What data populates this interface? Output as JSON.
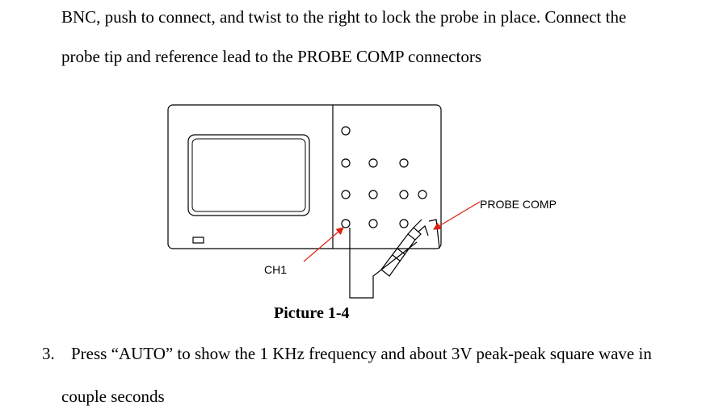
{
  "text": {
    "line1": "BNC, push to connect, and twist to the right to lock the probe in place. Connect the",
    "line2": "probe tip and reference lead to the PROBE COMP connectors",
    "caption": "Picture 1-4",
    "step_number": "3.",
    "step_text": "Press “AUTO” to show the 1 KHz frequency and about 3V peak-peak square wave in",
    "line4": "couple seconds"
  },
  "figure": {
    "label_probe_comp": "PROBE COMP",
    "label_ch1": "CH1",
    "colors": {
      "outline": "#000000",
      "arrow": "#e02010",
      "screen_background": "#ffffff",
      "figure_background": "#ffffff"
    }
  }
}
